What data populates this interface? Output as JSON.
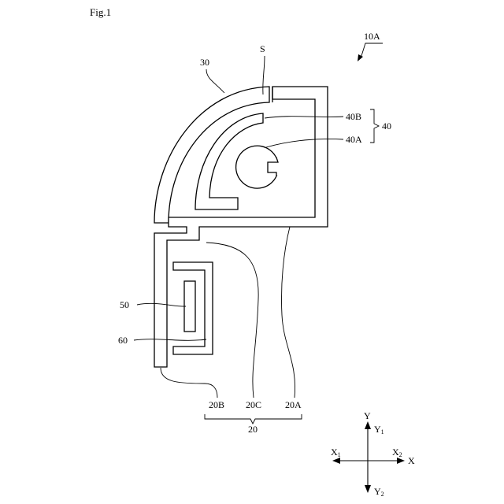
{
  "figure": {
    "title": "Fig.1",
    "reference": "10A"
  },
  "labels": {
    "element_30": "30",
    "slot_s": "S",
    "element_40": "40",
    "element_40b": "40B",
    "element_40a": "40A",
    "element_50": "50",
    "element_60": "60",
    "element_20": "20",
    "element_20a": "20A",
    "element_20b": "20B",
    "element_20c": "20C"
  },
  "axes": {
    "y": "Y",
    "y1": "Y",
    "y1_sub": "1",
    "y2": "Y",
    "y2_sub": "2",
    "x": "X",
    "x1": "X",
    "x1_sub": "1",
    "x2": "X",
    "x2_sub": "2"
  }
}
